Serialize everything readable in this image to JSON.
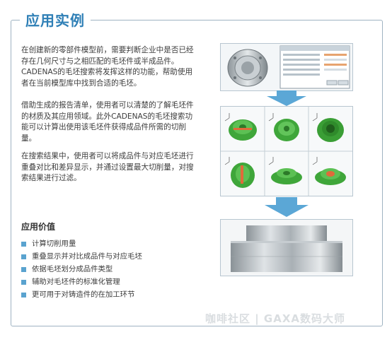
{
  "title": "应用实例",
  "paragraphs": [
    "在创建新的零部件模型前，需要判断企业中是否已经存在几何尺寸与之相匹配的毛坯件或半成品件。CADENAS的毛坯搜索将发挥这样的功能，帮助使用者在当前模型库中找到合适的毛坯。",
    "借助生成的报告清单，使用者可以清楚的了解毛坯件的材质及其应用领域。此外CADENAS的毛坯搜索功能可以计算出使用该毛坯件获得成品件所需的切削量。",
    "在搜索结果中，使用者可以将成品件与对应毛坯进行重叠对比和差异显示，并通过设置最大切削量，对搜索结果进行过滤。"
  ],
  "value_section": {
    "heading": "应用价值",
    "items": [
      "计算切削用量",
      "重叠显示并对比成品件与对应毛坯",
      "依据毛坯划分成品件类型",
      "辅助对毛坯件的标准化管理",
      "更可用于对铸造件的在加工环节"
    ]
  },
  "watermark": "咖啡社区 | GAXA数码大师",
  "colors": {
    "accent": "#2e7fb6",
    "bullet": "#5aa3cf",
    "arrow": "#5ba7d6",
    "part_green": "#3fa63a",
    "border": "#9fb3c2"
  },
  "icons": {
    "bullet": "square-bullet-icon",
    "arrow": "down-arrow-icon",
    "axis": "axis-triad-icon"
  }
}
